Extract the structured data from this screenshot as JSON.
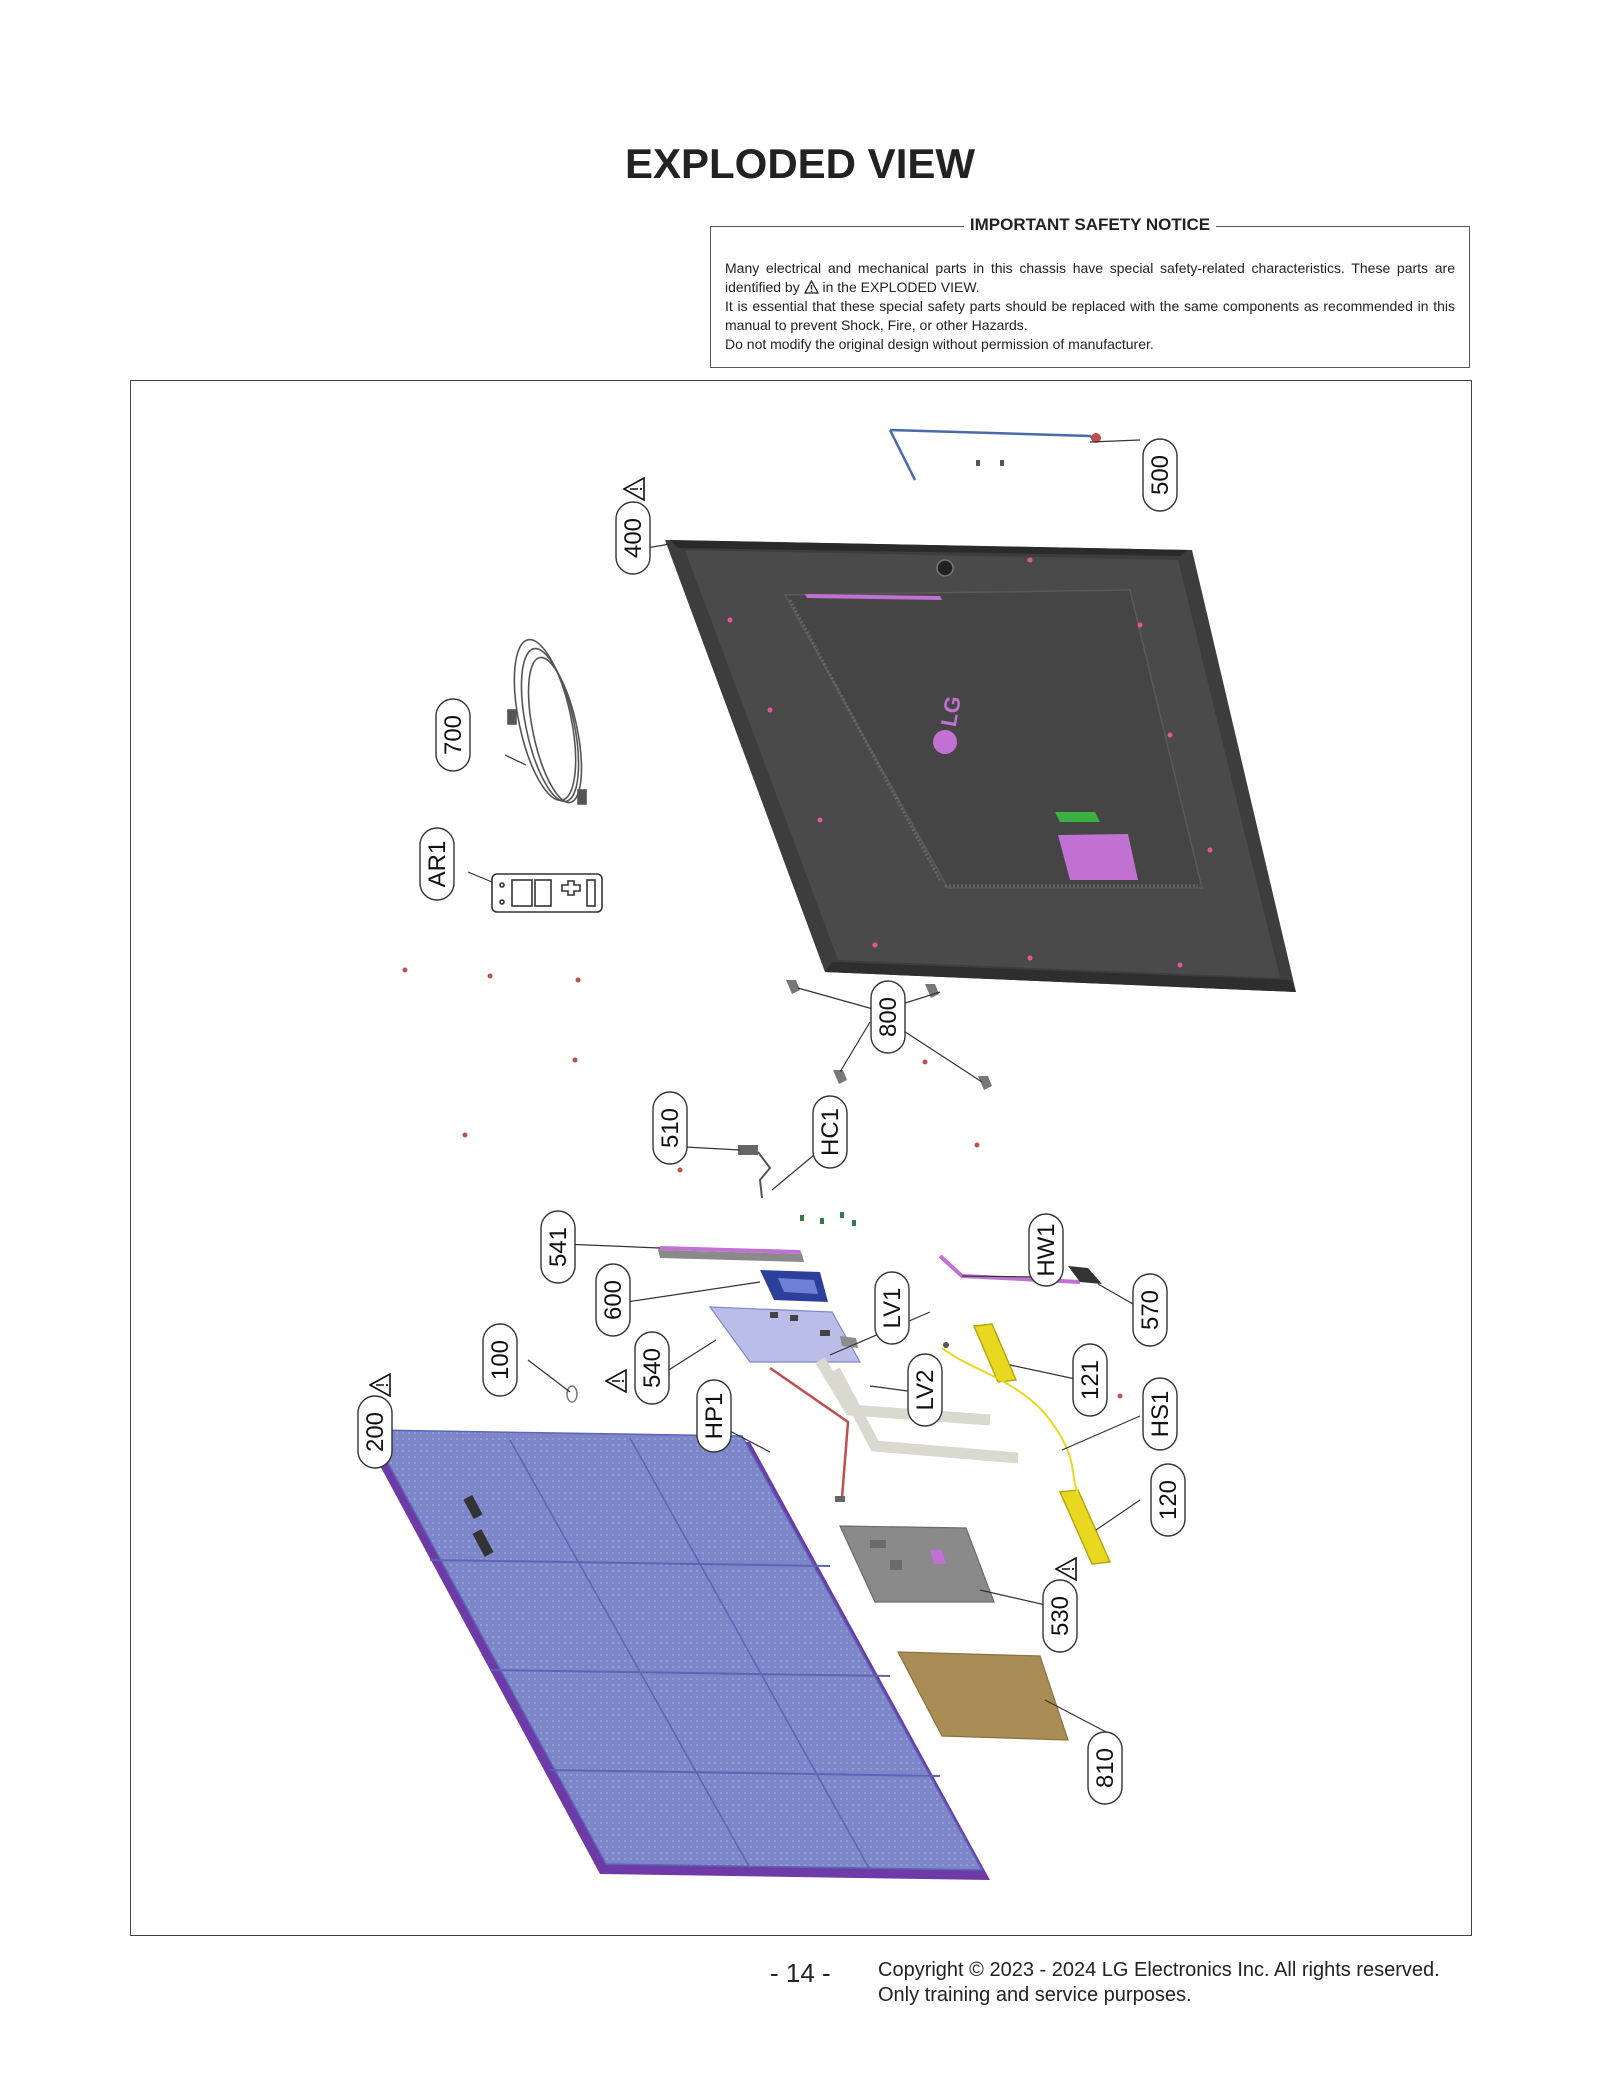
{
  "page": {
    "title": "EXPLODED VIEW",
    "page_number": "- 14 -",
    "copyright_line1": "Copyright © 2023 - 2024 LG Electronics Inc. All rights reserved.",
    "copyright_line2": "Only training and service purposes."
  },
  "notice": {
    "heading": "IMPORTANT SAFETY NOTICE",
    "line1_before_icon": "Many electrical and mechanical parts in this chassis have special safety-related characteristics. These parts are identified by",
    "line1_after_icon": "in the EXPLODED VIEW.",
    "line2": "It is essential that these special safety parts should be replaced with the same components as recommended in this manual to prevent Shock, Fire, or other Hazards.",
    "line3": "Do not modify the original design without permission of manufacturer."
  },
  "diagram": {
    "logo_text": "LG",
    "callouts": [
      {
        "id": "500",
        "label": "500"
      },
      {
        "id": "400",
        "label": "400",
        "safety": true
      },
      {
        "id": "700",
        "label": "700"
      },
      {
        "id": "AR1",
        "label": "AR1"
      },
      {
        "id": "800",
        "label": "800"
      },
      {
        "id": "510",
        "label": "510"
      },
      {
        "id": "HC1",
        "label": "HC1"
      },
      {
        "id": "541",
        "label": "541"
      },
      {
        "id": "HW1",
        "label": "HW1"
      },
      {
        "id": "600",
        "label": "600"
      },
      {
        "id": "570",
        "label": "570"
      },
      {
        "id": "LV1",
        "label": "LV1"
      },
      {
        "id": "100",
        "label": "100"
      },
      {
        "id": "121",
        "label": "121"
      },
      {
        "id": "540",
        "label": "540",
        "safety": true
      },
      {
        "id": "LV2",
        "label": "LV2"
      },
      {
        "id": "HP1",
        "label": "HP1"
      },
      {
        "id": "HS1",
        "label": "HS1"
      },
      {
        "id": "200",
        "label": "200",
        "safety": true
      },
      {
        "id": "120",
        "label": "120"
      },
      {
        "id": "530",
        "label": "530",
        "safety": true
      },
      {
        "id": "810",
        "label": "810"
      }
    ]
  },
  "colors": {
    "back_cover": "#4a4a4a",
    "display_module": "#8c97d6",
    "module_frame": "#7a3ab8",
    "accent_magenta": "#c071d1",
    "speaker": "#e8d820",
    "shield_copper": "#a98d55",
    "power_board": "#8a8a8a",
    "main_board": "#b9bde8"
  }
}
